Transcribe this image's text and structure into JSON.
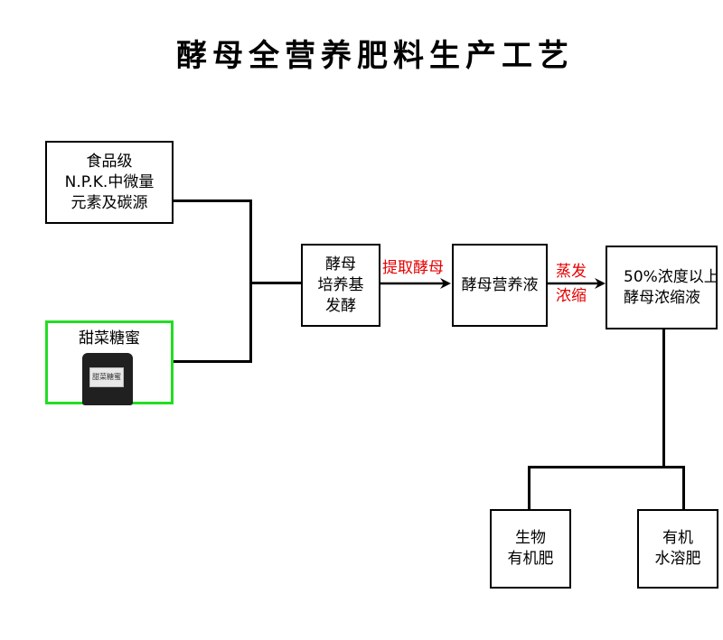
{
  "title": "酵母全营养肥料生产工艺",
  "nodes": {
    "food_grade": [
      "食品级",
      "N.P.K.中微量",
      "元素及碳源"
    ],
    "beet_molasses": "甜菜糖蜜",
    "jar_label": "甜菜糖蜜",
    "yeast_culture": [
      "酵母",
      "培养基",
      "发酵"
    ],
    "yeast_nutrient": "酵母营养液",
    "concentrate": [
      "50%浓度以上",
      "酵母浓缩液"
    ],
    "bio_organic": [
      "生物",
      "有机肥"
    ],
    "organic_water": [
      "有机",
      "水溶肥"
    ]
  },
  "edge_labels": {
    "extract": "提取酵母",
    "evaporate": [
      "蒸发",
      "浓缩"
    ]
  },
  "colors": {
    "highlight_border": "#22dd22",
    "edge_label": "#e60000"
  }
}
